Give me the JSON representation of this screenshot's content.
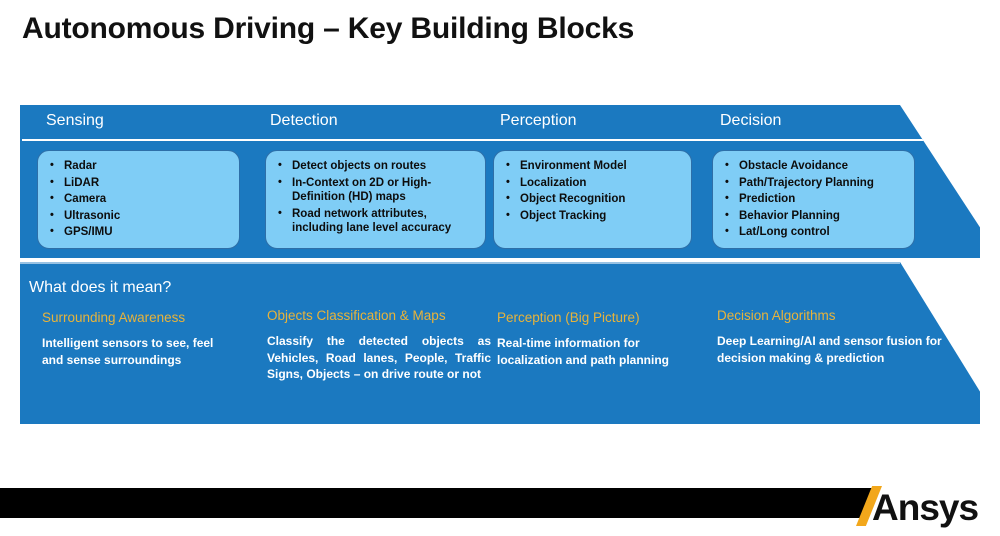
{
  "slide": {
    "title": "Autonomous Driving – Key Building Blocks"
  },
  "colors": {
    "band_blue": "#1B79C0",
    "box_light_blue": "#7FCDF6",
    "accent_gold": "#E8B33A",
    "logo_orange": "#F2A71B",
    "footer_black": "#000000",
    "text_white": "#FFFFFF"
  },
  "pipeline": {
    "stages": [
      {
        "header": "Sensing",
        "bullets": [
          "Radar",
          "LiDAR",
          "Camera",
          "Ultrasonic",
          "GPS/IMU"
        ]
      },
      {
        "header": "Detection",
        "bullets": [
          "Detect objects on routes",
          "In-Context on 2D or High-Definition (HD) maps",
          "Road network attributes, including lane level accuracy"
        ]
      },
      {
        "header": "Perception",
        "bullets": [
          "Environment Model",
          "Localization",
          "Object Recognition",
          "Object Tracking"
        ]
      },
      {
        "header": "Decision",
        "bullets": [
          "Obstacle Avoidance",
          "Path/Trajectory Planning",
          "Prediction",
          "Behavior Planning",
          "Lat/Long control"
        ]
      }
    ]
  },
  "meaning": {
    "title": "What does it mean?",
    "columns": [
      {
        "heading": "Surrounding Awareness",
        "body": "Intelligent sensors to see, feel and sense surroundings"
      },
      {
        "heading": "Objects Classification & Maps",
        "body": "Classify the detected objects as Vehicles, Road lanes, People, Traffic Signs, Objects – on drive route or not"
      },
      {
        "heading": "Perception (Big Picture)",
        "body": "Real-time information for localization and path planning"
      },
      {
        "heading": "Decision Algorithms",
        "body": "Deep Learning/AI and sensor fusion for decision making & prediction"
      }
    ]
  },
  "footer": {
    "brand": "Ansys"
  }
}
